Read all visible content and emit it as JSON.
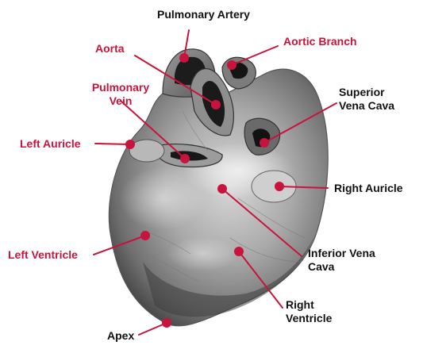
{
  "diagram": {
    "colors": {
      "label_red": "#c8143c",
      "label_black": "#111111",
      "leader_line": "#c8143c",
      "marker_dot": "#c8143c"
    },
    "labels": {
      "pulmonary_artery": "Pulmonary Artery",
      "aortic_branch": "Aortic Branch",
      "aorta": "Aorta",
      "pulmonary_vein_line1": "Pulmonary",
      "pulmonary_vein_line2": "Vein",
      "superior_vena_cava_line1": "Superior",
      "superior_vena_cava_line2": "Vena Cava",
      "left_auricle": "Left Auricle",
      "right_auricle": "Right Auricle",
      "left_ventricle": "Left Ventricle",
      "inferior_vena_cava_line1": "Inferior Vena",
      "inferior_vena_cava_line2": "Cava",
      "right_ventricle_line1": "Right",
      "right_ventricle_line2": "Ventricle",
      "apex": "Apex"
    }
  }
}
